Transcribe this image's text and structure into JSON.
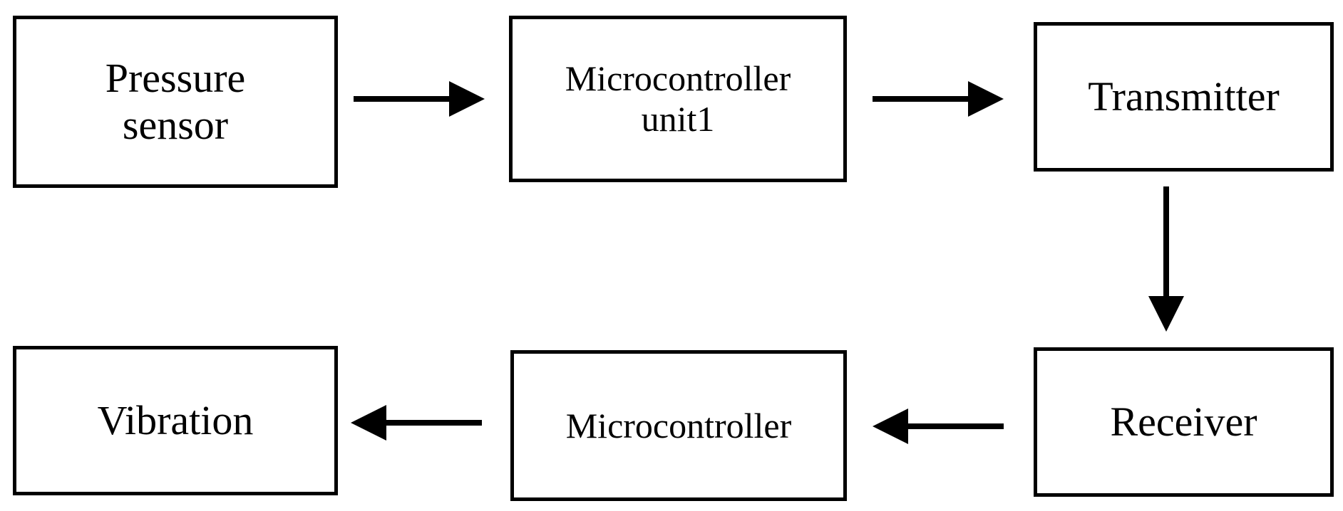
{
  "colors": {
    "stroke": "#000000",
    "background": "#ffffff"
  },
  "blocks": {
    "pressure_sensor": "Pressure\nsensor",
    "microcontroller_unit1": "Microcontroller\nunit1",
    "transmitter": "Transmitter",
    "receiver": "Receiver",
    "microcontroller": "Microcontroller",
    "vibration": "Vibration"
  },
  "flow": [
    {
      "from": "pressure_sensor",
      "to": "microcontroller_unit1"
    },
    {
      "from": "microcontroller_unit1",
      "to": "transmitter"
    },
    {
      "from": "transmitter",
      "to": "receiver"
    },
    {
      "from": "receiver",
      "to": "microcontroller"
    },
    {
      "from": "microcontroller",
      "to": "vibration"
    }
  ]
}
